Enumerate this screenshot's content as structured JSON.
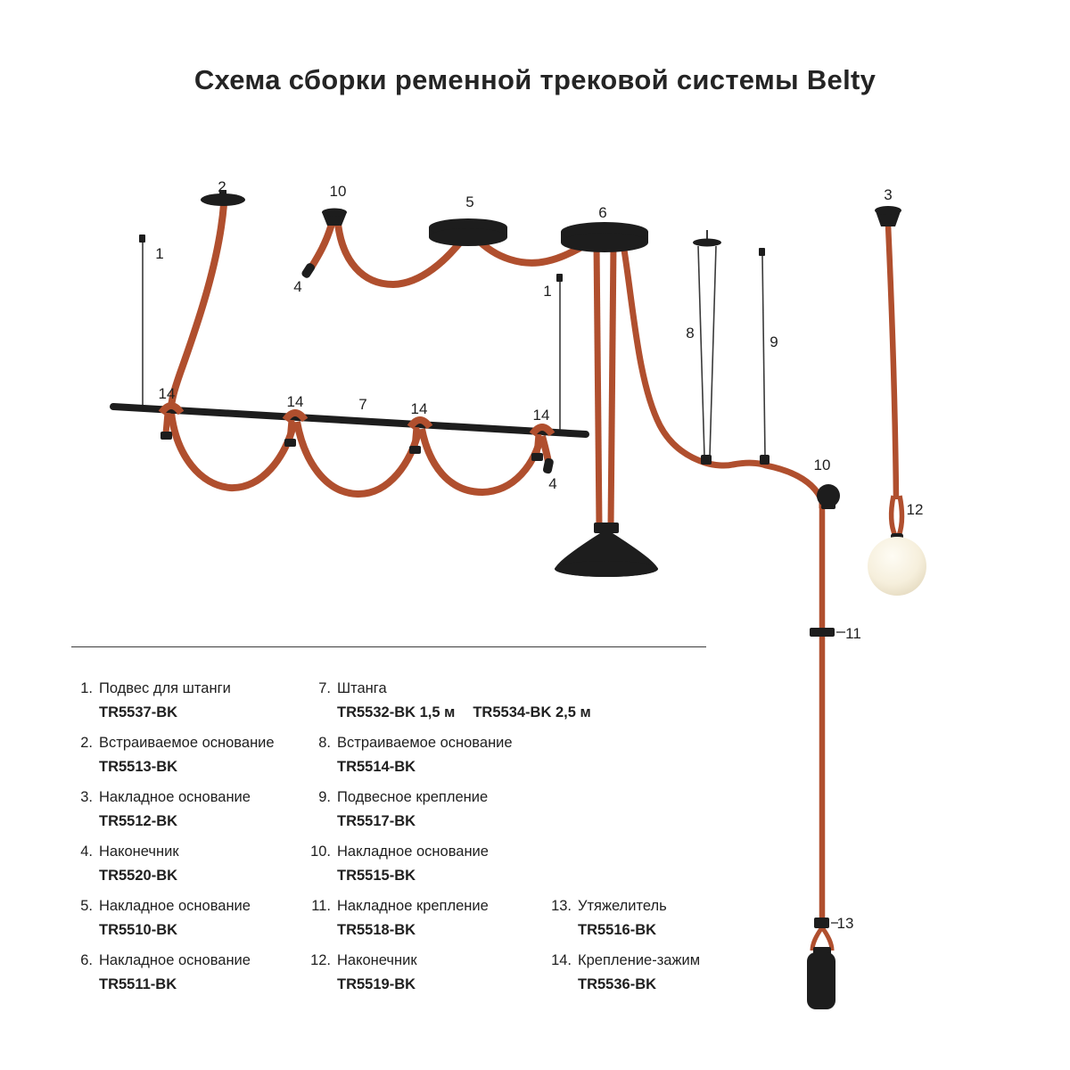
{
  "title": "Схема сборки ременной трековой системы Belty",
  "colors": {
    "belt": "#b04f2e",
    "component": "#1d1d1d",
    "wire": "#3a3a3a",
    "text": "#1f1f1f"
  },
  "diagram": {
    "labels": {
      "l1_left": "1",
      "l2": "2",
      "l10_top": "10",
      "l4_left": "4",
      "l5": "5",
      "l6": "6",
      "l1_right": "1",
      "l3": "3",
      "l8": "8",
      "l9": "9",
      "l14_1": "14",
      "l14_2": "14",
      "l7": "7",
      "l14_3": "14",
      "l14_4": "14",
      "l4_right": "4",
      "l10_mid": "10",
      "l12": "12",
      "l11": "11",
      "l13": "13"
    }
  },
  "legend": {
    "col1": [
      {
        "num": "1.",
        "name": "Подвес для штанги",
        "code": "TR5537-BK"
      },
      {
        "num": "2.",
        "name": "Встраиваемое основание",
        "code": "TR5513-BK"
      },
      {
        "num": "3.",
        "name": "Накладное основание",
        "code": "TR5512-BK"
      },
      {
        "num": "4.",
        "name": "Наконечник",
        "code": "TR5520-BK"
      },
      {
        "num": "5.",
        "name": "Накладное основание",
        "code": "TR5510-BK"
      },
      {
        "num": "6.",
        "name": "Накладное основание",
        "code": "TR5511-BK"
      }
    ],
    "col2": [
      {
        "num": "7.",
        "name": "Штанга",
        "code": "TR5532-BK  1,5 м",
        "code2": "TR5534-BK  2,5 м"
      },
      {
        "num": "8.",
        "name": "Встраиваемое основание",
        "code": "TR5514-BK"
      },
      {
        "num": "9.",
        "name": "Подвесное крепление",
        "code": "TR5517-BK"
      },
      {
        "num": "10.",
        "name": "Накладное основание",
        "code": "TR5515-BK"
      },
      {
        "num": "11.",
        "name": "Накладное крепление",
        "code": "TR5518-BK"
      },
      {
        "num": "12.",
        "name": "Наконечник",
        "code": "TR5519-BK"
      }
    ],
    "col3": [
      {
        "num": "13.",
        "name": "Утяжелитель",
        "code": "TR5516-BK"
      },
      {
        "num": "14.",
        "name": "Крепление-зажим",
        "code": "TR5536-BK"
      }
    ]
  }
}
